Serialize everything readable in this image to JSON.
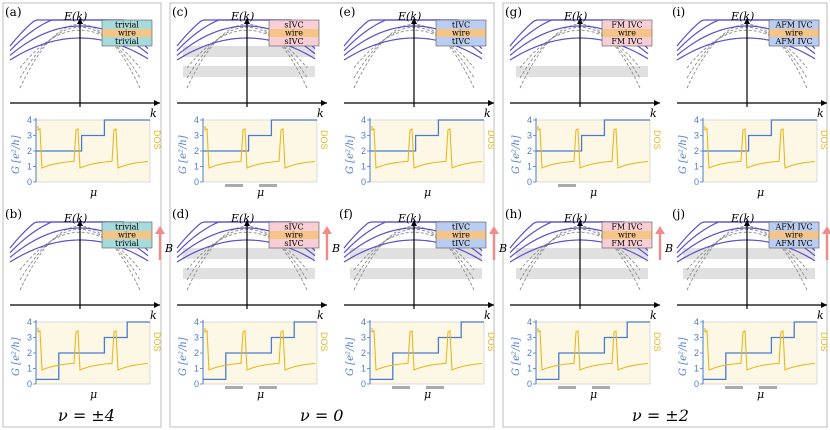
{
  "groups": [
    {
      "nu_label": "ν = ±4"
    },
    {
      "nu_label": "ν = 0"
    },
    {
      "nu_label": "ν = ±2"
    }
  ],
  "axes": {
    "energy": "E(k)",
    "momentum": "k",
    "chem_potential": "μ",
    "conductance": "G [e²/h]",
    "dos": "DOS",
    "field": "B",
    "g_ticks": [
      "0",
      "1",
      "2",
      "3",
      "4"
    ]
  },
  "panels": [
    {
      "letter": "(a)",
      "legend": [
        "trivial",
        "wire",
        "trivial"
      ],
      "legend_color": "#a6dbdc",
      "field": false,
      "gaps": []
    },
    {
      "letter": "(b)",
      "legend": [
        "trivial",
        "wire",
        "trivial"
      ],
      "legend_color": "#a6dbdc",
      "field": true,
      "gaps": []
    },
    {
      "letter": "(c)",
      "legend": [
        "sIVC",
        "wire",
        "sIVC"
      ],
      "legend_color": "#f7cdd6",
      "field": false,
      "gaps": [
        1,
        2
      ]
    },
    {
      "letter": "(d)",
      "legend": [
        "sIVC",
        "wire",
        "sIVC"
      ],
      "legend_color": "#f7cdd6",
      "field": true,
      "gaps": [
        1,
        2
      ]
    },
    {
      "letter": "(e)",
      "legend": [
        "tIVC",
        "wire",
        "tIVC"
      ],
      "legend_color": "#b9cdf3",
      "field": false,
      "gaps": []
    },
    {
      "letter": "(f)",
      "legend": [
        "tIVC",
        "wire",
        "tIVC"
      ],
      "legend_color": "#b9cdf3",
      "field": true,
      "gaps": [
        1,
        2
      ]
    },
    {
      "letter": "(g)",
      "legend": [
        "FM IVC",
        "wire",
        "FM IVC"
      ],
      "legend_color": "#f7cdd6",
      "field": false,
      "gaps": [
        1
      ]
    },
    {
      "letter": "(h)",
      "legend": [
        "FM IVC",
        "wire",
        "FM IVC"
      ],
      "legend_color": "#f7cdd6",
      "field": true,
      "gaps": [
        1,
        2
      ]
    },
    {
      "letter": "(i)",
      "legend": [
        "AFM IVC",
        "wire",
        "AFM IVC"
      ],
      "legend_color": "#b9cdf3",
      "field": false,
      "gaps": []
    },
    {
      "letter": "(j)",
      "legend": [
        "AFM IVC",
        "wire",
        "AFM IVC"
      ],
      "legend_color": "#b9cdf3",
      "field": true,
      "gaps": [
        1,
        2
      ]
    }
  ],
  "colors": {
    "band": "#5a4fcf",
    "band_dashed": "#8a8a8a",
    "conductance": "#4a7bd0",
    "dos": "#e9b820",
    "gap": "#d8d8d8",
    "wire": "#f5c487",
    "field_arrow": "#f28a8a"
  }
}
